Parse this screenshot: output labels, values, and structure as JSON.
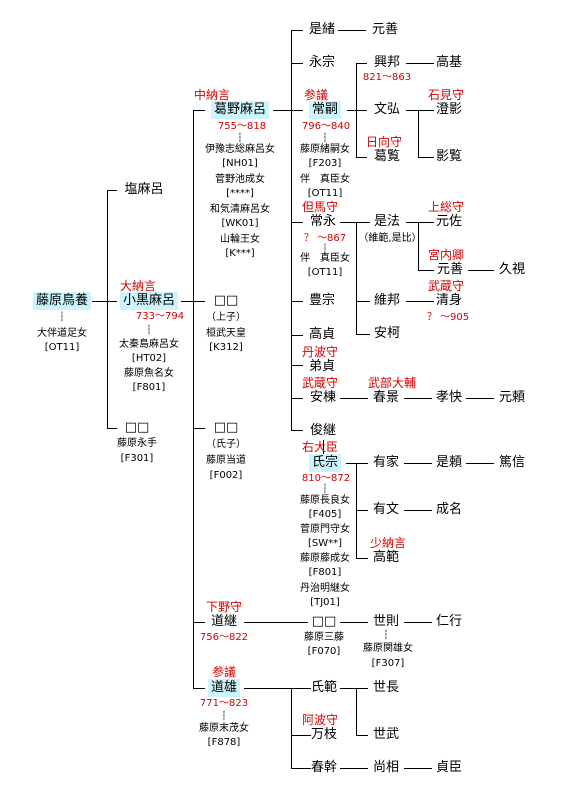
{
  "nodes": {
    "fujiwara_toriyo": "藤原鳥養",
    "shiomaro": "塩麻呂",
    "kokuromaro": "小黒麻呂",
    "box_left": "□□",
    "kadonomaro": "葛野麻呂",
    "box_kozuke": "□□",
    "box_ujiko": "□□",
    "michitsugu": "道継",
    "michio": "道雄",
    "koretsuna": "是緒",
    "nagamune": "永宗",
    "tsunetsugu": "常嗣",
    "tsunenaga": "常永",
    "toyomune": "豊宗",
    "takasada": "高貞",
    "otosada": "弟貞",
    "yasumune": "安棟",
    "toshitsugu": "俊継",
    "ujimune": "氏宗",
    "box_michitsugu_child": "□□",
    "ujinori": "氏範",
    "mankeda": "万枝",
    "harumoto": "春幹",
    "motoyoshi1": "元善",
    "okikuni": "興邦",
    "bunko": "文弘",
    "kakunoran": "葛覧",
    "koreno": "是法",
    "korekuni": "維邦",
    "yasutada": "安柯",
    "harukage": "春景",
    "ariie": "有家",
    "arifumi": "有文",
    "takanori": "高範",
    "yonori": "世則",
    "yonaga": "世長",
    "yotake": "世武",
    "naosuke": "尚相",
    "takamoto": "高基",
    "chokage": "澄影",
    "eiran": "影覧",
    "motosuke": "元佐",
    "motoyoshi2": "元善",
    "kiyomi": "清身",
    "takayoshi": "孝快",
    "koreyori": "是頼",
    "narina": "成名",
    "niyuki": "仁行",
    "sadaomi": "貞臣",
    "hisami": "久視",
    "motoyori": "元頼",
    "atsunobu": "篤信"
  },
  "titles": {
    "kokuromaro": "大納言",
    "kadonomaro": "中納言",
    "tsunetsugu": "参議",
    "tsunenaga": "但馬守",
    "otosada": "丹波守",
    "yasumune": "武蔵守",
    "ujimune": "右大臣",
    "michitsugu": "下野守",
    "michio": "参議",
    "mankeda": "阿波守",
    "harukage": "武部大輔",
    "takanori": "少納言",
    "kakunoran": "日向守",
    "chokage": "石見守",
    "motosuke": "上総守",
    "motoyoshi2": "宮内卿",
    "kiyomi": "武蔵守"
  },
  "dates": {
    "kokuromaro": "733～794",
    "kadonomaro": "755～818",
    "tsunetsugu": "796～840",
    "tsunenaga": "？ ～867",
    "ujimune": "810～872",
    "michitsugu": "756～822",
    "michio": "771～823",
    "takamoto": "821～863",
    "kiyomi": "？ ～905"
  },
  "mothers": {
    "toriyo_1": "大伴道足女",
    "toriyo_2": "[OT11]",
    "kokuro_1": "太秦島麻呂女",
    "kokuro_2": "[HT02]",
    "kokuro_3": "藤原魚名女",
    "kokuro_4": "[F801]",
    "nagate_1": "藤原永手",
    "nagate_2": "[F301]",
    "kado_1": "伊豫志総麻呂女",
    "kado_2": "[NH01]",
    "kado_3": "菅野池成女",
    "kado_4": "[****]",
    "kado_5": "和気清麻呂女",
    "kado_6": "[WK01]",
    "kado_7": "山輪王女",
    "kado_8": "[K***]",
    "kozuke_1": "（上子）",
    "kozuke_2": "桓武天皇",
    "kozuke_3": "[K312]",
    "ujiko_1": "（氏子）",
    "ujiko_2": "藤原当道",
    "ujiko_3": "[F002]",
    "tsunetsugu_1": "藤原緒嗣女",
    "tsunetsugu_2": "[F203]",
    "tsunetsugu_3": "伴　真臣女",
    "tsunetsugu_4": "[OT11]",
    "tsunenaga_1": "伴　真臣女",
    "tsunenaga_2": "[OT11]",
    "ujimune_1": "藤原長良女",
    "ujimune_2": "[F405]",
    "ujimune_3": "菅原門守女",
    "ujimune_4": "[SW**]",
    "ujimune_5": "藤原藤成女",
    "ujimune_6": "[F801]",
    "ujimune_7": "丹治明継女",
    "ujimune_8": "[TJ01]",
    "box_mc_1": "藤原三藤",
    "box_mc_2": "[F070]",
    "michio_1": "藤原末茂女",
    "michio_2": "[F878]",
    "yonori_1": "藤原関雄女",
    "yonori_2": "[F307]",
    "koreno_1": "（維範,是比）"
  }
}
